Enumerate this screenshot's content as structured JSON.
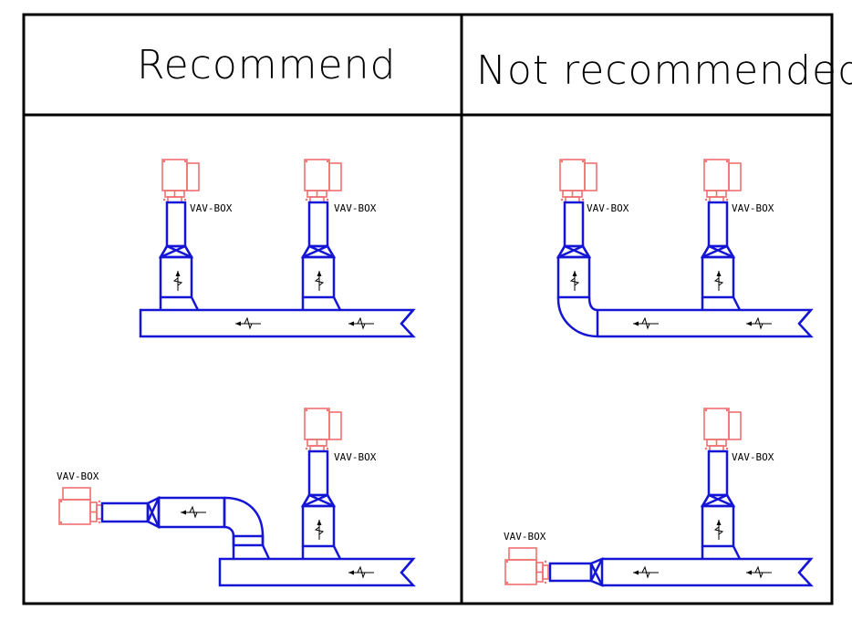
{
  "headers": {
    "recommend": "Recommend",
    "not_recommended": "Not recommended"
  },
  "labels": {
    "vav_box": "VAV-BOX"
  },
  "colors": {
    "duct": "#1515d6",
    "vav_box": "#f07070",
    "frame": "#000000"
  }
}
